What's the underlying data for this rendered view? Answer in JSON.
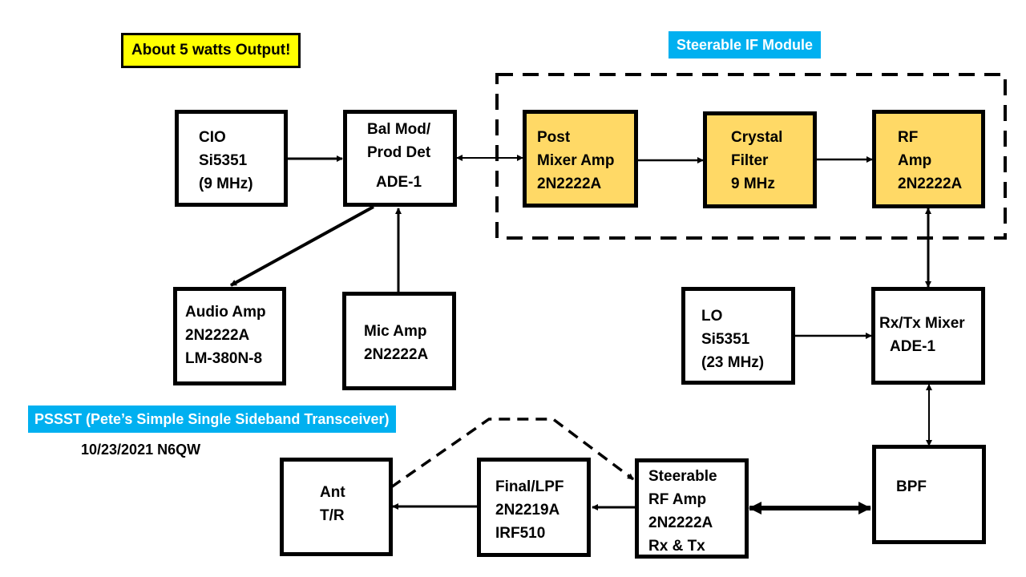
{
  "banners": {
    "output": "About 5 watts Output!",
    "if_module": "Steerable IF Module",
    "title": "PSSST (Pete’s Simple Single Sideband Transceiver)",
    "date_author": "10/23/2021 N6QW"
  },
  "colors": {
    "yellow_banner": "#ffff00",
    "blue_banner": "#00b0f0",
    "if_block_fill": "#ffd966"
  },
  "blocks": {
    "cio": [
      "CIO",
      "Si5351",
      "(9 MHz)"
    ],
    "balmod": [
      "Bal Mod/",
      "Prod Det",
      "ADE-1"
    ],
    "post_mixer": [
      "Post",
      "Mixer Amp",
      "2N2222A"
    ],
    "crystal": [
      "Crystal",
      "Filter",
      "9 MHz"
    ],
    "rf_amp": [
      "RF",
      "Amp",
      "2N2222A"
    ],
    "audio": [
      "Audio Amp",
      "2N2222A",
      "LM-380N-8"
    ],
    "mic": [
      "Mic Amp",
      "2N2222A"
    ],
    "lo": [
      "LO",
      "Si5351",
      "(23 MHz)"
    ],
    "mixer": [
      "Rx/Tx Mixer",
      "ADE-1"
    ],
    "ant": [
      "Ant",
      "T/R"
    ],
    "final": [
      "Final/LPF",
      "2N2219A",
      "IRF510"
    ],
    "steer_rf": [
      "Steerable",
      "RF Amp",
      "2N2222A",
      "Rx & Tx"
    ],
    "bpf": [
      "BPF"
    ]
  }
}
